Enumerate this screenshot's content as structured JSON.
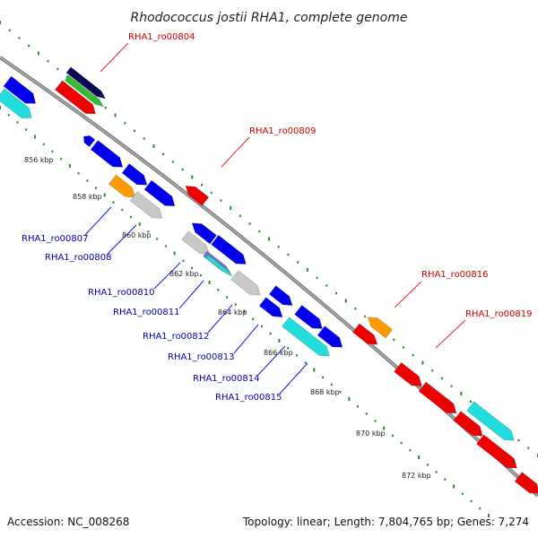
{
  "title": "Rhodococcus jostii RHA1, complete genome",
  "footer": {
    "accession": "Accession: NC_008268",
    "summary": "Topology: linear; Length: 7,804,765 bp; Genes: 7,274"
  },
  "colors": {
    "backbone": "#808080",
    "ticks": "#2e8b2e",
    "label_red": "#cc0000",
    "label_blue": "#0000aa",
    "red": "#ee0000",
    "blue": "#0000ee",
    "cyan": "#22dddd",
    "orange": "#ff9900",
    "gray": "#c8c8c8",
    "navy": "#0a0a55",
    "green": "#33bb33",
    "purple": "#7777bb"
  },
  "ruler": [
    {
      "label": "856 kbp",
      "value": 856
    },
    {
      "label": "858 kbp",
      "value": 858
    },
    {
      "label": "860 kbp",
      "value": 860
    },
    {
      "label": "862 kbp",
      "value": 862
    },
    {
      "label": "864 kbp",
      "value": 864
    },
    {
      "label": "866 kbp",
      "value": 866
    },
    {
      "label": "868 kbp",
      "value": 868
    },
    {
      "label": "870 kbp",
      "value": 870
    },
    {
      "label": "872 kbp",
      "value": 872
    }
  ],
  "gene_labels": {
    "top": [
      "RHA1_ro00804",
      "RHA1_ro00809",
      "RHA1_ro00816",
      "RHA1_ro00819"
    ],
    "bottom": [
      "RHA1_ro00807",
      "RHA1_ro00808",
      "RHA1_ro00810",
      "RHA1_ro00811",
      "RHA1_ro00812",
      "RHA1_ro00813",
      "RHA1_ro00814",
      "RHA1_ro00815"
    ]
  }
}
